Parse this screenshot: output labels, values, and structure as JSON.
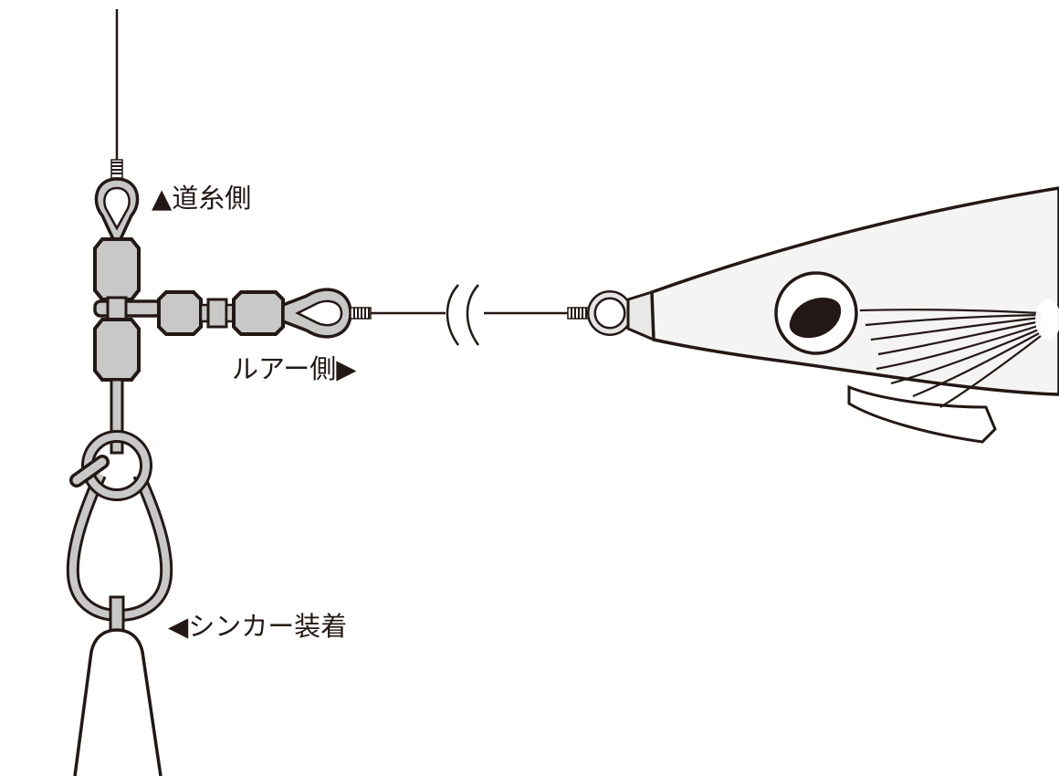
{
  "labels": {
    "main_line": "▲道糸側",
    "lure_side": "ルアー側▶",
    "sinker": "◀シンカー装着"
  },
  "colors": {
    "ink": "#231815",
    "metal": "#c8c8c8",
    "lure_body": "#f4f4f4",
    "background": "#ffffff"
  }
}
